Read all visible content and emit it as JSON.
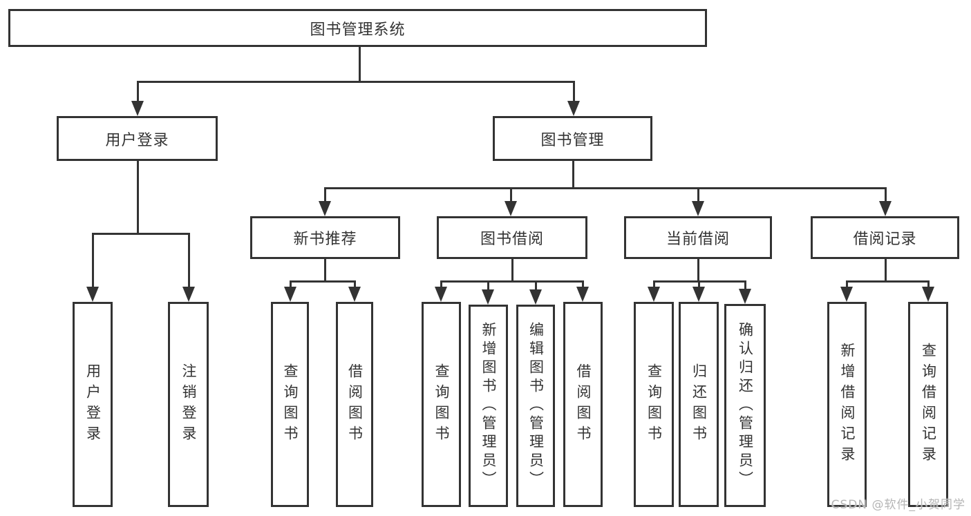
{
  "tree": {
    "root": {
      "label": "图书管理系统"
    },
    "level2": [
      {
        "label": "用户登录",
        "leaves": [
          {
            "label": "用户登录"
          },
          {
            "label": "注销登录"
          }
        ]
      },
      {
        "label": "图书管理",
        "groups": [
          {
            "label": "新书推荐",
            "leaves": [
              {
                "label": "查询图书"
              },
              {
                "label": "借阅图书"
              }
            ]
          },
          {
            "label": "图书借阅",
            "leaves": [
              {
                "label": "查询图书"
              },
              {
                "label": "新增图书（管理员）"
              },
              {
                "label": "编辑图书（管理员）"
              },
              {
                "label": "借阅图书"
              }
            ]
          },
          {
            "label": "当前借阅",
            "leaves": [
              {
                "label": "查询图书"
              },
              {
                "label": "归还图书"
              },
              {
                "label": "确认归还（管理员）"
              }
            ]
          },
          {
            "label": "借阅记录",
            "leaves": [
              {
                "label": "新增借阅记录"
              },
              {
                "label": "查询借阅记录"
              }
            ]
          }
        ]
      }
    ]
  },
  "watermark": {
    "text": "CSDN @软件_小贺同学"
  },
  "colors": {
    "line": "#333333",
    "text": "#333333",
    "background": "#ffffff",
    "watermark": "#b5b5b5"
  }
}
